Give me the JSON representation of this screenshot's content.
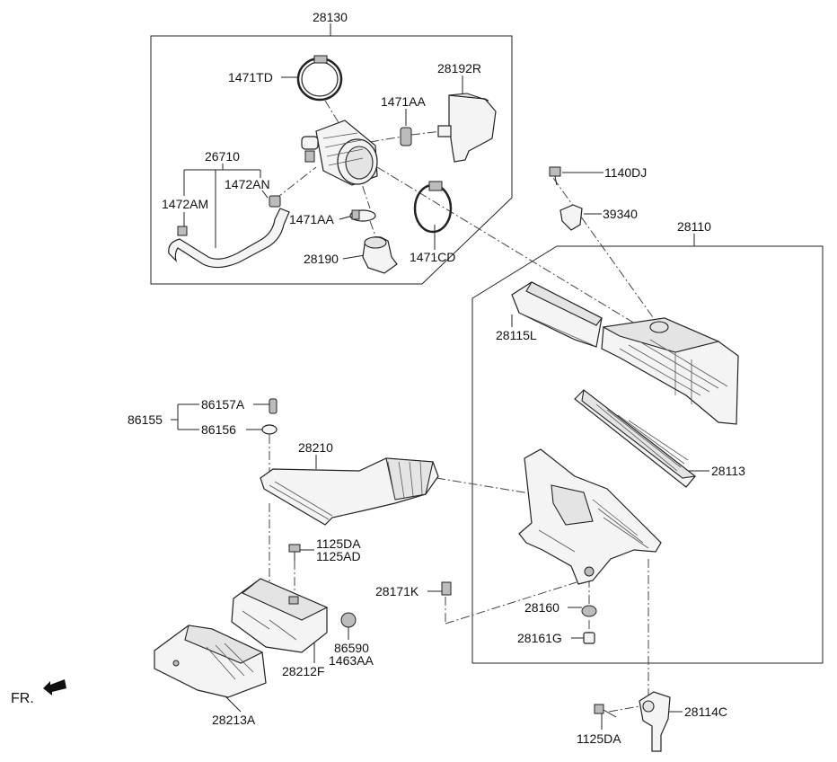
{
  "labels": {
    "p28130": "28130",
    "p1471TD": "1471TD",
    "p28192R": "28192R",
    "p1471AA_top": "1471AA",
    "p26710": "26710",
    "p1472AN": "1472AN",
    "p1472AM": "1472AM",
    "p1471AA_bot": "1471AA",
    "p28190": "28190",
    "p1471CD": "1471CD",
    "p1140DJ": "1140DJ",
    "p39340": "39340",
    "p28110": "28110",
    "p28115L": "28115L",
    "p86157A": "86157A",
    "p86155": "86155",
    "p86156": "86156",
    "p28210": "28210",
    "p28113": "28113",
    "p1125DA_top": "1125DA",
    "p1125AD": "1125AD",
    "p28171K": "28171K",
    "p28160": "28160",
    "p86590": "86590",
    "p1463AA": "1463AA",
    "p28161G": "28161G",
    "p28212F": "28212F",
    "p28213A": "28213A",
    "p28114C": "28114C",
    "p1125DA_bot": "1125DA",
    "fr": "FR."
  },
  "colors": {
    "line": "#222222",
    "fill": "#f4f4f4",
    "shade": "#bcbcbc"
  }
}
